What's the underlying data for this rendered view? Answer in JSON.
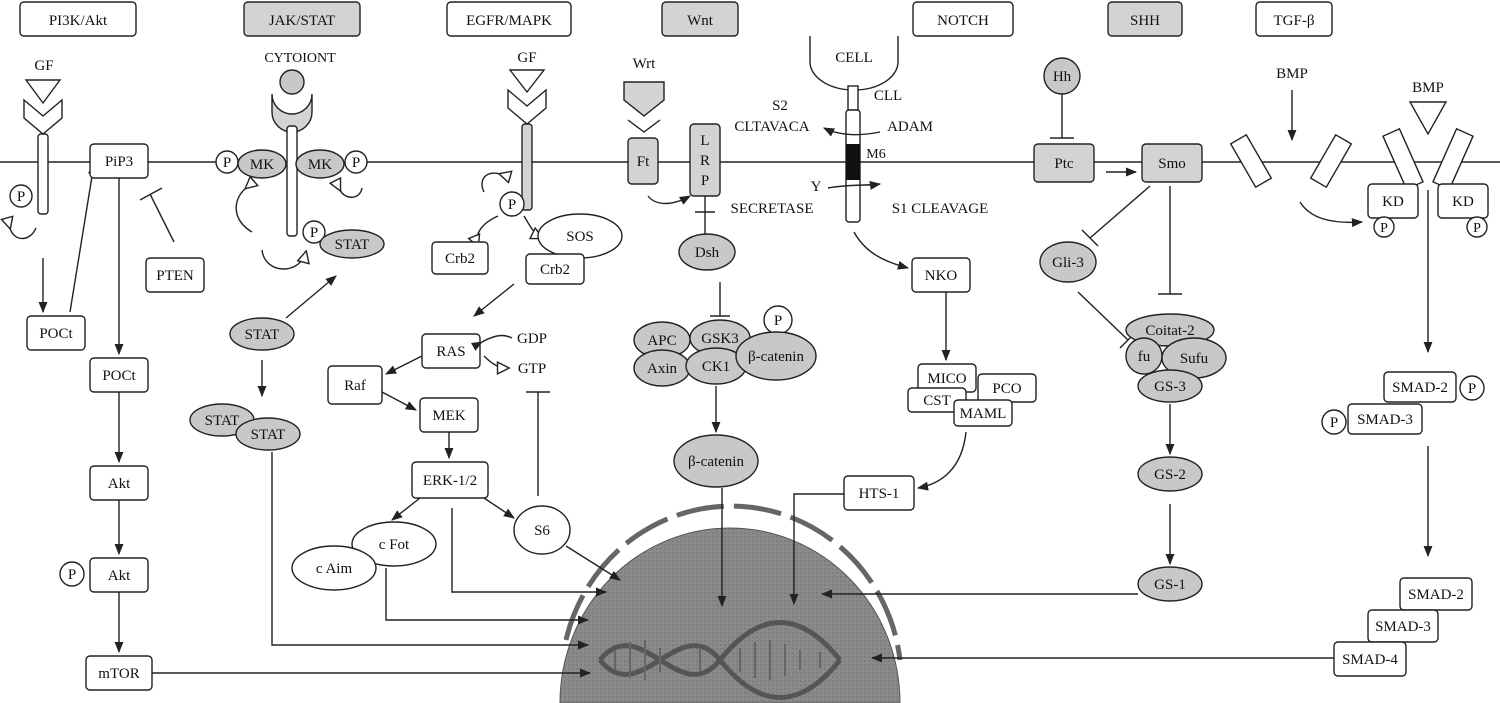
{
  "headers": {
    "pi3k": "PI3K/Akt",
    "jak": "JAK/STAT",
    "egfr": "EGFR/MAPK",
    "wnt": "Wnt",
    "notch": "NOTCH",
    "shh": "SHH",
    "tgf": "TGF-β"
  },
  "pi3k": {
    "gf": "GF",
    "pip3": "PiP3",
    "p": "P",
    "poct1": "POCt",
    "pten": "PTEN",
    "poct2": "POCt",
    "akt1": "Akt",
    "p_akt": "P",
    "akt2": "Akt",
    "mtor": "mTOR"
  },
  "jak": {
    "cytokine": "CYTOIONT",
    "p1": "P",
    "mk1": "MK",
    "mk2": "MK",
    "p2": "P",
    "p3": "P",
    "stat_bound": "STAT",
    "stat": "STAT",
    "stat_a": "STAT",
    "stat_b": "STAT"
  },
  "egfr": {
    "gf": "GF",
    "p": "P",
    "sos": "SOS",
    "crb2_a": "Crb2",
    "crb2_b": "Crb2",
    "ras": "RAS",
    "gdp": "GDP",
    "gtp": "GTP",
    "raf": "Raf",
    "mek": "MEK",
    "erk": "ERK-1/2",
    "cfot": "c Fot",
    "caim": "c Aim",
    "s6": "S6"
  },
  "wnt": {
    "wrt": "Wrt",
    "ft": "Ft",
    "lrp": [
      "L",
      "R",
      "P"
    ],
    "dsh": "Dsh",
    "apc": "APC",
    "gsk3": "GSK3",
    "p": "P",
    "axin": "Axin",
    "ck1": "CK1",
    "bcat": "β-catenin",
    "bcat2": "β-catenin"
  },
  "notch": {
    "cell": "CELL",
    "cll": "CLL",
    "s2": "S2",
    "cltavaca": "CLTAVACA",
    "adam": "ADAM",
    "m6": "M6",
    "y": "Y",
    "secretase": "SECRETASE",
    "s1": "S1 CLEAVAGE",
    "nko": "NKO",
    "mico": "MICO",
    "pco": "PCO",
    "cst": "CST",
    "maml": "MAML",
    "hts": "HTS-1"
  },
  "shh": {
    "hh": "Hh",
    "ptc": "Ptc",
    "smo": "Smo",
    "gli3": "Gli-3",
    "coitat": "Coitat-2",
    "fu": "fu",
    "sufu": "Sufu",
    "gs3": "GS-3",
    "gs2": "GS-2",
    "gs1": "GS-1"
  },
  "tgf": {
    "bmp1": "BMP",
    "bmp2": "BMP",
    "kd1": "KD",
    "kd2": "KD",
    "p1": "P",
    "p2": "P",
    "smad2": "SMAD-2",
    "p3": "P",
    "p4": "P",
    "smad3": "SMAD-3",
    "smad2b": "SMAD-2",
    "smad3b": "SMAD-3",
    "smad4": "SMAD-4"
  }
}
